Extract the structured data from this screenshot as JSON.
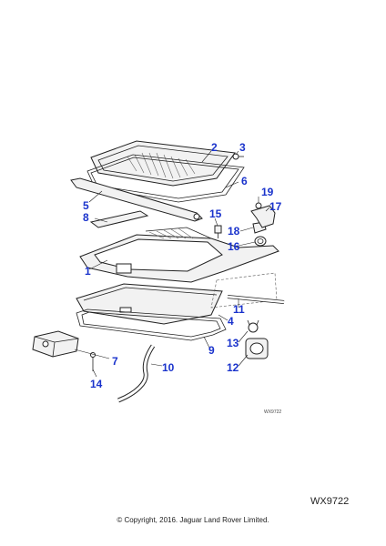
{
  "diagram": {
    "callouts": [
      {
        "id": "1",
        "text": "1"
      },
      {
        "id": "2",
        "text": "2"
      },
      {
        "id": "3",
        "text": "3"
      },
      {
        "id": "4",
        "text": "4"
      },
      {
        "id": "5",
        "text": "5"
      },
      {
        "id": "6",
        "text": "6"
      },
      {
        "id": "7",
        "text": "7"
      },
      {
        "id": "8",
        "text": "8"
      },
      {
        "id": "9",
        "text": "9"
      },
      {
        "id": "10",
        "text": "10"
      },
      {
        "id": "11",
        "text": "11"
      },
      {
        "id": "12",
        "text": "12"
      },
      {
        "id": "13",
        "text": "13"
      },
      {
        "id": "14",
        "text": "14"
      },
      {
        "id": "15",
        "text": "15"
      },
      {
        "id": "16",
        "text": "16"
      },
      {
        "id": "17",
        "text": "17"
      },
      {
        "id": "18",
        "text": "18"
      },
      {
        "id": "19",
        "text": "19"
      }
    ],
    "small_ref": "WX9722"
  },
  "footer": {
    "ref_code": "WX9722",
    "copyright": "© Copyright, 2016. Jaguar Land Rover Limited."
  },
  "colors": {
    "callout": "#1a33cc",
    "line": "#222222"
  }
}
